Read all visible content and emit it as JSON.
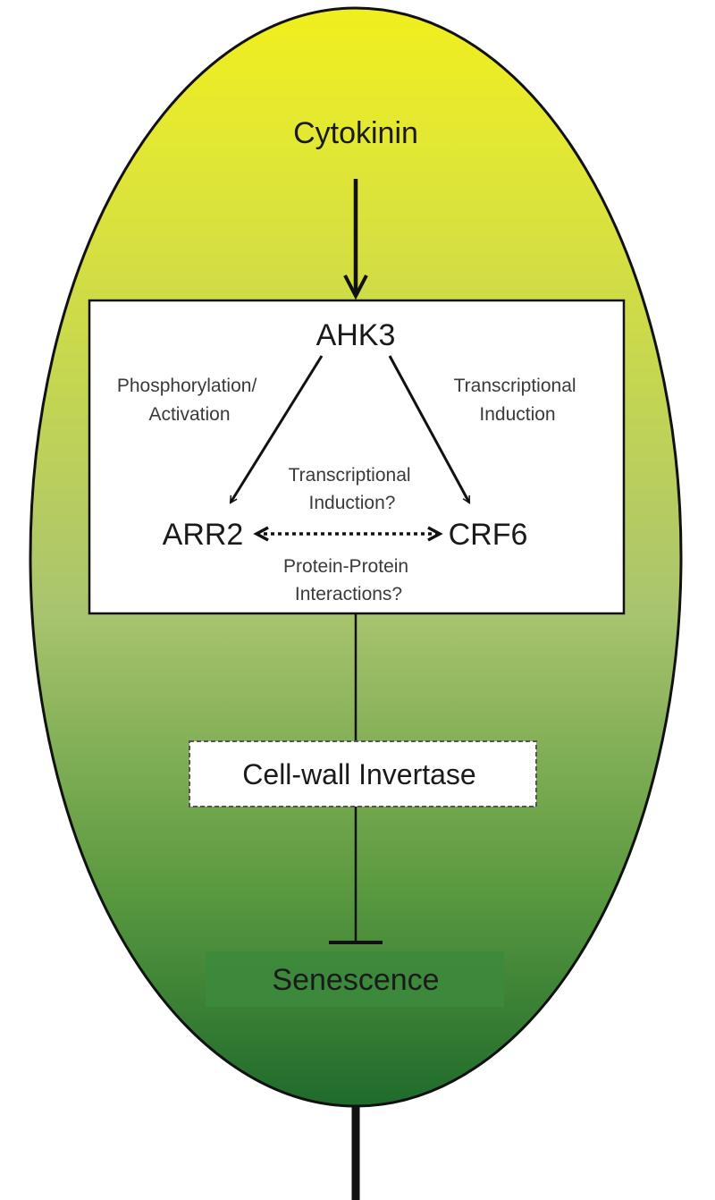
{
  "diagram": {
    "input": "Cytokinin",
    "receptor": "AHK3",
    "node_left": "ARR2",
    "node_right": "CRF6",
    "edge_left_label": [
      "Phosphorylation/",
      "Activation"
    ],
    "edge_right_label": [
      "Transcriptional",
      "Induction"
    ],
    "edge_middle_top_label": [
      "Transcriptional",
      "Induction?"
    ],
    "edge_middle_bottom_label": [
      "Protein-Protein",
      "Interactions?"
    ],
    "intermediate": "Cell-wall Invertase",
    "output": "Senescence"
  },
  "colors": {
    "leaf_top": "#f0ef1c",
    "leaf_mid": "#a9c46e",
    "leaf_bottom": "#1f6b2c",
    "senescence_band": "#3c8a3c",
    "stroke": "#111111"
  }
}
